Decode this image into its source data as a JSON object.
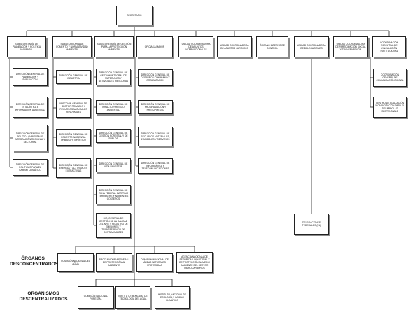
{
  "head": "SECRETARIO",
  "top_row": [
    {
      "id": "spp",
      "label": "SUBSECRETARÍA DE PLANEACIÓN Y POLÍTICA AMBIENTAL"
    },
    {
      "id": "sfn",
      "label": "SUBSECRETARÍA DE FOMENTO Y NORMATIVIDAD AMBIENTAL"
    },
    {
      "id": "sgp",
      "label": "SUBSECRETARÍA DE GESTIÓN PARA LA PROTECCIÓN AMBIENTAL"
    },
    {
      "id": "om",
      "label": "OFICIALÍA MAYOR"
    },
    {
      "id": "uai",
      "label": "UNIDAD COORDINADORA DE ASUNTOS INTERNACIONALES"
    },
    {
      "id": "uaj",
      "label": "UNIDAD COORDINADORA DE ASUNTOS JURÍDICOS"
    },
    {
      "id": "oic",
      "label": "ÓRGANO INTERNO DE CONTROL"
    },
    {
      "id": "ucd",
      "label": "UNIDAD COORDINADORA DE DELEGACIONES"
    },
    {
      "id": "ups",
      "label": "UNIDAD COORDINADORA DE PARTICIPACIÓN SOCIAL Y TRANSPARENCIA"
    },
    {
      "id": "cev",
      "label": "COORDINACIÓN EJECUTIVA DE VINCULACIÓN INSTITUCIONAL"
    }
  ],
  "children": {
    "spp": [
      "DIRECCIÓN GENERAL DE PLANEACIÓN Y EVALUACIÓN",
      "DIRECCIÓN GENERAL DE ESTADÍSTICA E INFORMACIÓN AMBIENTAL",
      "DIRECCIÓN GENERAL DE POLÍTICA AMBIENTAL E INTEGRACIÓN REGIONAL Y SECTORIAL",
      "DIRECCIÓN GENERAL DE POLÍTICAS PARA EL CAMBIO CLIMÁTICO"
    ],
    "sfn": [
      "DIRECCIÓN GENERAL DE INDUSTRIA",
      "DIRECCIÓN GENERAL DEL SECTOR PRIMARIO Y RECURSOS NATURALES RENOVABLES",
      "DIRECCIÓN GENERAL DE FOMENTO AMBIENTAL URBANO Y TURÍSTICO",
      "DIRECCIÓN GENERAL DE ENERGÍA Y ACTIVIDADES EXTRACTIVAS"
    ],
    "sgp": [
      "DIRECCIÓN GENERAL DE GESTIÓN INTEGRAL DE MATERIALES Y ACTIVIDADES RIESGOSAS",
      "DIRECCIÓN GENERAL DE IMPACTO Y RIESGO AMBIENTAL",
      "DIRECCIÓN GENERAL DE GESTIÓN FORESTAL Y DE SUELOS",
      "DIRECCIÓN GENERAL DE VIDA SILVESTRE",
      "DIRECCIÓN GENERAL DE ZONA FEDERAL MARÍTIMO TERRESTRE Y AMBIENTES COSTEROS",
      "DIR. GENERAL DE GESTIÓN DE LA CALIDAD DEL AIRE Y REGISTRO DE EMISIONES Y TRANSFERENCIA DE CONTAMINANTES"
    ],
    "om": [
      "DIRECCIÓN GENERAL DE DESARROLLO HUMANO Y ORGANIZACIÓN",
      "DIRECCIÓN GENERAL DE PROGRAMACIÓN Y PRESUPUESTO",
      "DIRECCIÓN GENERAL DE RECURSOS MATERIALES, INMUEBLES Y SERVICIOS",
      "DIRECCIÓN GENERAL DE INFORMÁTICA Y TELECOMUNICACIONES"
    ],
    "ucd": [
      "DELEGACIONES FEDERALES (31)"
    ],
    "cev": [
      "COORDINACIÓN GENERAL DE COMUNICACIÓN SOCIAL",
      "CENTRO DE EDUCACIÓN Y CAPACITACIÓN PARA EL DESARROLLO SUSTENTABLE"
    ]
  },
  "deconcentrated": {
    "label": "ÓRGANOS DESCONCENTRADOS",
    "items": [
      "COMISIÓN NACIONAL DEL AGUA",
      "PROCURADURÍA FEDERAL DE PROTECCIÓN AL AMBIENTE",
      "COMISIÓN NACIONAL DE ÁREAS NATURALES PROTEGIDAS",
      "AGENCIA NACIONAL DE SEGURIDAD INDUSTRIAL Y DE PROTECCIÓN AL MEDIO AMBIENTE DEL SECTOR HIDROCARBUROS"
    ]
  },
  "decentralized": {
    "label": "ORGANISMOS DESCENTRALIZADOS",
    "items": [
      "COMISIÓN NACIONAL FORESTAL",
      "INSTITUTO MEXICANO DE TECNOLOGÍA DEL AGUA",
      "INSTITUTO NACIONAL DE ECOLOGÍA Y CAMBIO CLIMÁTICO"
    ]
  }
}
